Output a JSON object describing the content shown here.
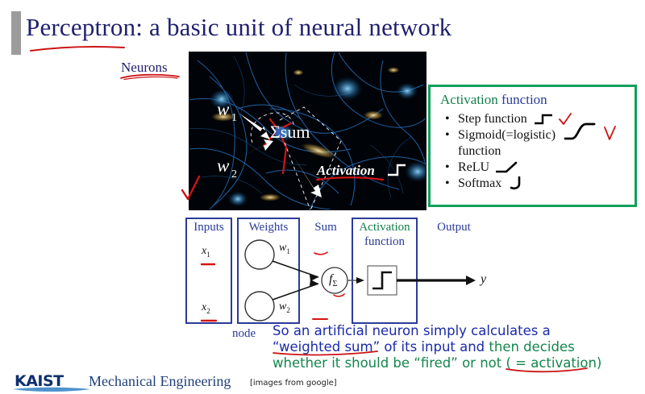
{
  "slide": {
    "title_main": "Perceptron",
    "title_colon": ":",
    "title_rest": " a basic unit of neural network",
    "neurons_label": "Neurons"
  },
  "photo": {
    "alt": "neural-network-photograph",
    "annotations": {
      "w1": "w",
      "w1_sub": "1",
      "w2": "w",
      "w2_sub": "2",
      "sum": "Σsum",
      "activation": "Activation"
    }
  },
  "activation_box": {
    "heading_word1": "Activation",
    "heading_word2": "function",
    "items": [
      {
        "bullet": "•",
        "label": "Step function",
        "glyph": "step-function-curve",
        "check": true
      },
      {
        "bullet": "•",
        "label": "Sigmoid(=logistic)",
        "label2": "function",
        "glyph": "sigmoid-curve",
        "check": true
      },
      {
        "bullet": "•",
        "label": "ReLU",
        "glyph": "relu-curve",
        "check": false
      },
      {
        "bullet": "•",
        "label": "Softmax",
        "glyph": "softmax-curve",
        "check": false
      }
    ]
  },
  "diagram": {
    "col_inputs": "Inputs",
    "col_weights": "Weights",
    "col_sum": "Sum",
    "col_activation_word1": "Activation",
    "col_activation_word2": "function",
    "col_output": "Output",
    "input_1": "x",
    "input_1_sub": "1",
    "input_2": "x",
    "input_2_sub": "2",
    "weight_1": "w",
    "weight_1_sub": "1",
    "weight_2": "w",
    "weight_2_sub": "2",
    "sum_node": "f",
    "sum_node_sub": "Σ",
    "output_var": "y",
    "node_label": "node"
  },
  "handwriting": {
    "line1_blue": "So an artificial neuron simply calculates a",
    "line2_blue": "“weighted sum” of its input and ",
    "line2_green": "then decides",
    "line3_green": "whether it should be “fired” or not ( = activation)"
  },
  "footer": {
    "logo": "KAIST",
    "department": "Mechanical Engineering",
    "credit": "[images from google]"
  },
  "colors": {
    "title_navy": "#1f1f6e",
    "accent_green": "#10a05a",
    "hand_blue": "#1a2aa8",
    "hand_green": "#13864c",
    "annotation_red": "#cc1414",
    "diagram_blue": "#2b3b99"
  }
}
